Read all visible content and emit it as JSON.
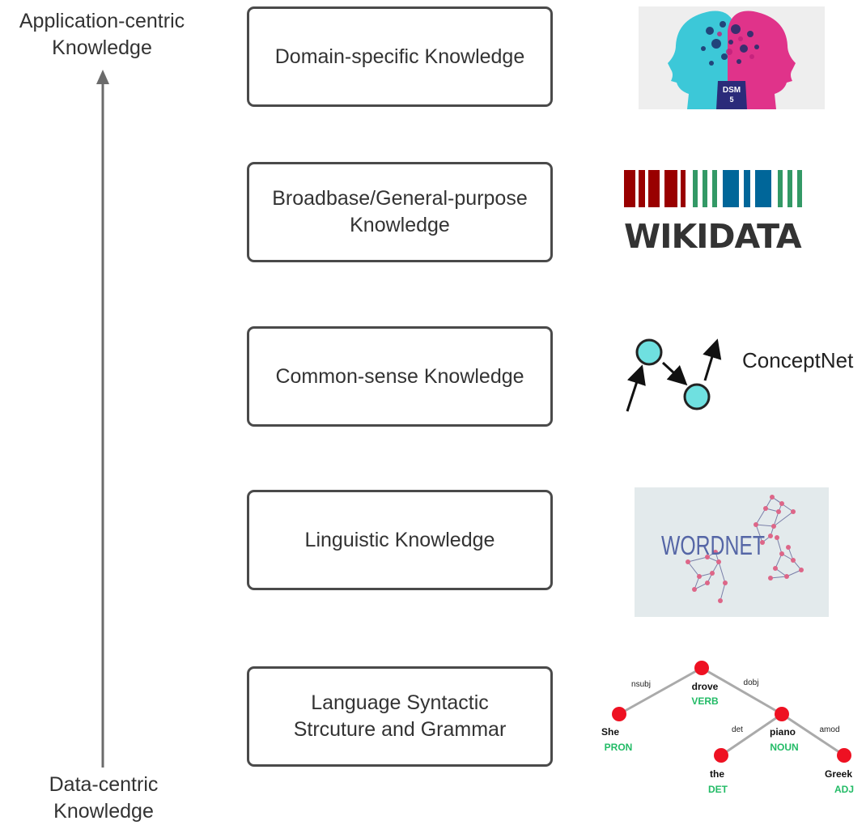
{
  "axis": {
    "top_label": "Application-centric\nKnowledge",
    "bottom_label": "Data-centric\nKnowledge"
  },
  "levels": [
    {
      "label": "Domain-specific Knowledge"
    },
    {
      "label": "Broadbase/General-purpose\nKnowledge"
    },
    {
      "label": "Common-sense Knowledge"
    },
    {
      "label": "Linguistic Knowledge"
    },
    {
      "label": "Language Syntactic\nStrcuture and Grammar"
    }
  ],
  "logos": {
    "dsm": {
      "text": "DSM\n5"
    },
    "wikidata": {
      "text": "WIKIDATA"
    },
    "conceptnet": {
      "text": "ConceptNet"
    },
    "wordnet": {
      "text": "WORDNET"
    },
    "parse_tree": {
      "words": [
        {
          "word": "drove",
          "tag": "VERB"
        },
        {
          "word": "She",
          "tag": "PRON"
        },
        {
          "word": "piano",
          "tag": "NOUN"
        },
        {
          "word": "the",
          "tag": "DET"
        },
        {
          "word": "Greek",
          "tag": "ADJ"
        }
      ],
      "relations": [
        "nsubj",
        "dobj",
        "det",
        "amod"
      ]
    }
  },
  "colors": {
    "box_border": "#4a4a4a",
    "axis_arrow": "#6b6b6b",
    "wiki_red": "#990000",
    "wiki_green": "#339966",
    "wiki_blue": "#006699",
    "conceptnet_node": "#6fe0e0",
    "wordnet_bg": "#e3eaec",
    "wordnet_text": "#5566a6",
    "wordnet_node": "#dd6688",
    "parse_node": "#ee1122",
    "parse_tag": "#22bb66"
  }
}
